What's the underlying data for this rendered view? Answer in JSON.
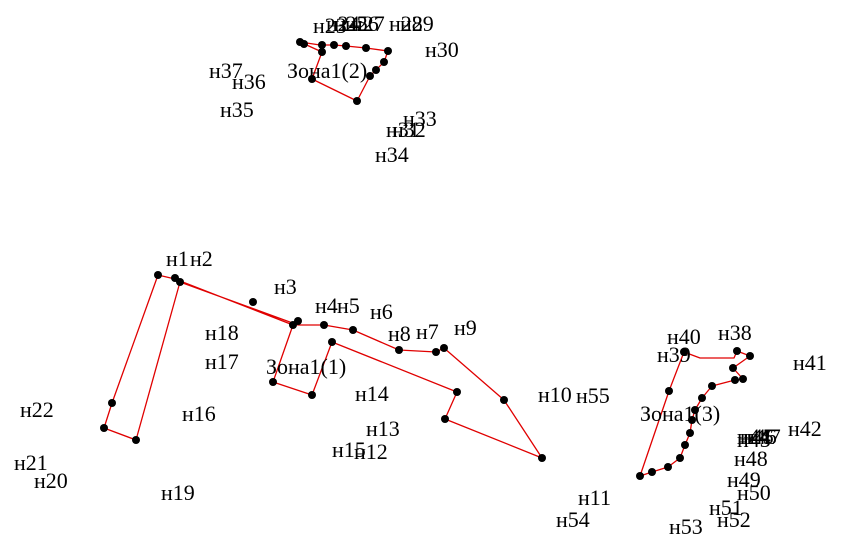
{
  "colors": {
    "boundary": "#e00000",
    "point": "#000000",
    "text": "#000000",
    "background": "#ffffff"
  },
  "zones": [
    {
      "name": "Зона1(1)"
    },
    {
      "name": "Зона1(2)"
    },
    {
      "name": "Зона1(3)"
    }
  ],
  "point_labels": [
    "н1",
    "н2",
    "н3",
    "н4",
    "н5",
    "н6",
    "н7",
    "н8",
    "н9",
    "н10",
    "н11",
    "н12",
    "н13",
    "н14",
    "н15",
    "н16",
    "н17",
    "н18",
    "н19",
    "н20",
    "н21",
    "н22",
    "н23",
    "н24",
    "н25",
    "н26",
    "н27",
    "н28",
    "н29",
    "н30",
    "н31",
    "н32",
    "н33",
    "н34",
    "н35",
    "н36",
    "н37",
    "н38",
    "н39",
    "н40",
    "н41",
    "н42",
    "н43",
    "н44",
    "н45",
    "н46",
    "н47",
    "н48",
    "н49",
    "н50",
    "н51",
    "н52",
    "н53",
    "н54",
    "н55"
  ]
}
